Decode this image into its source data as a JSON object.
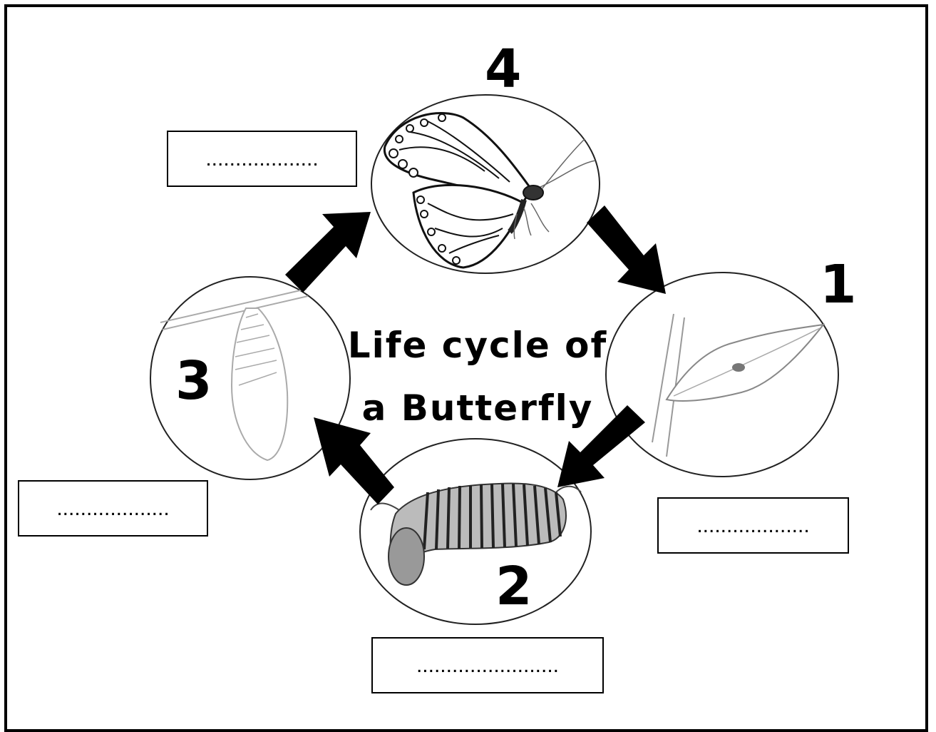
{
  "title": {
    "line1": "Life cycle of",
    "line2": "a Butterfly"
  },
  "stages": [
    {
      "number": "1",
      "image": "egg-on-leaf"
    },
    {
      "number": "2",
      "image": "caterpillar"
    },
    {
      "number": "3",
      "image": "chrysalis"
    },
    {
      "number": "4",
      "image": "butterfly"
    }
  ],
  "answer_boxes": {
    "stage1": "...................",
    "stage2": "........................",
    "stage3": "...................",
    "stage4": "..................."
  }
}
